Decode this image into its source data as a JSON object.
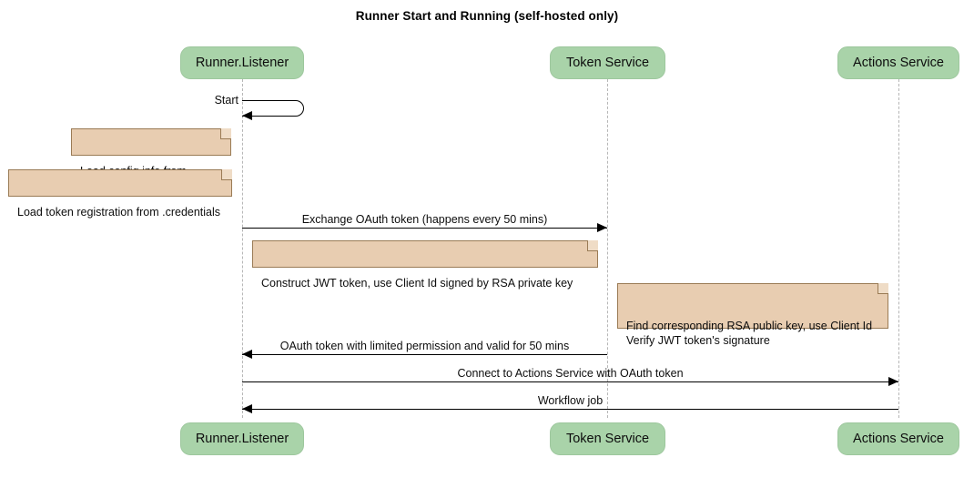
{
  "diagram": {
    "type": "sequence-diagram",
    "title": "Runner Start and Running (self-hosted only)",
    "colors": {
      "participant_fill": "#a9d3a9",
      "note_fill": "#e8cdb1",
      "note_border": "#9a7b55",
      "line": "#000000",
      "lifeline": "#b6b6b6",
      "background": "#ffffff"
    },
    "participants": [
      {
        "id": "runner",
        "label": "Runner.Listener"
      },
      {
        "id": "token",
        "label": "Token Service"
      },
      {
        "id": "actions",
        "label": "Actions Service"
      }
    ],
    "messages": [
      {
        "id": "m1",
        "label": "Start",
        "from": "runner",
        "to": "runner",
        "kind": "self"
      },
      {
        "id": "m2",
        "label": "Exchange OAuth token (happens every 50 mins)",
        "from": "runner",
        "to": "token",
        "direction": "right"
      },
      {
        "id": "m3",
        "label": "OAuth token with limited permission and valid for 50 mins",
        "from": "token",
        "to": "runner",
        "direction": "left"
      },
      {
        "id": "m4",
        "label": "Connect to Actions Service with OAuth token",
        "from": "runner",
        "to": "actions",
        "direction": "right"
      },
      {
        "id": "m5",
        "label": "Workflow job",
        "from": "actions",
        "to": "runner",
        "direction": "left"
      }
    ],
    "notes": [
      {
        "id": "n1",
        "text": "Load config info from .runner"
      },
      {
        "id": "n2",
        "text": "Load token registration from .credentials"
      },
      {
        "id": "n3",
        "text": "Construct JWT token, use Client Id signed by RSA private key"
      },
      {
        "id": "n4",
        "text": "Find corresponding RSA public key, use Client Id\nVerify JWT token's signature"
      }
    ]
  }
}
